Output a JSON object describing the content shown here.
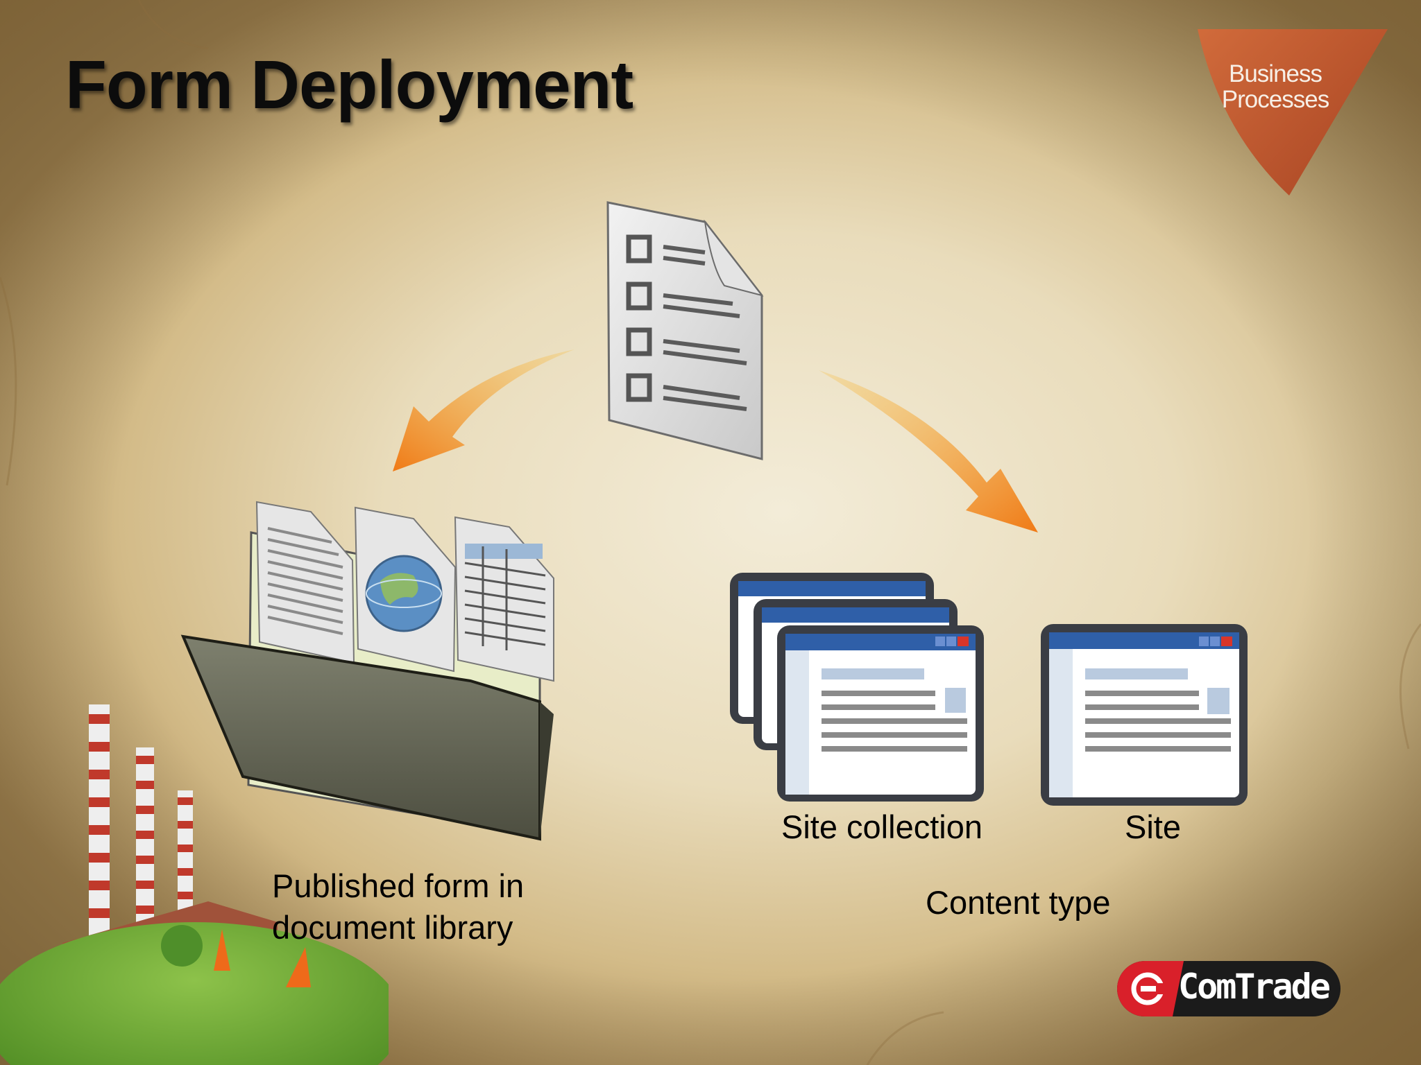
{
  "slide": {
    "title": "Form Deployment",
    "badge": {
      "line1": "Business",
      "line2": "Processes"
    },
    "labels": {
      "published_line1": "Published form in",
      "published_line2": "document library",
      "site_collection": "Site collection",
      "site": "Site",
      "content_type": "Content type"
    },
    "logo": "ComTrade",
    "icons": [
      "form-document-icon",
      "document-library-folder-icon",
      "site-collection-windows-icon",
      "site-window-icon",
      "arrow-left-icon",
      "arrow-right-icon",
      "factory-illustration"
    ],
    "colors": {
      "badge": "#c0532a",
      "arrow": "#f28a1e",
      "logo_red": "#d9202a"
    }
  }
}
